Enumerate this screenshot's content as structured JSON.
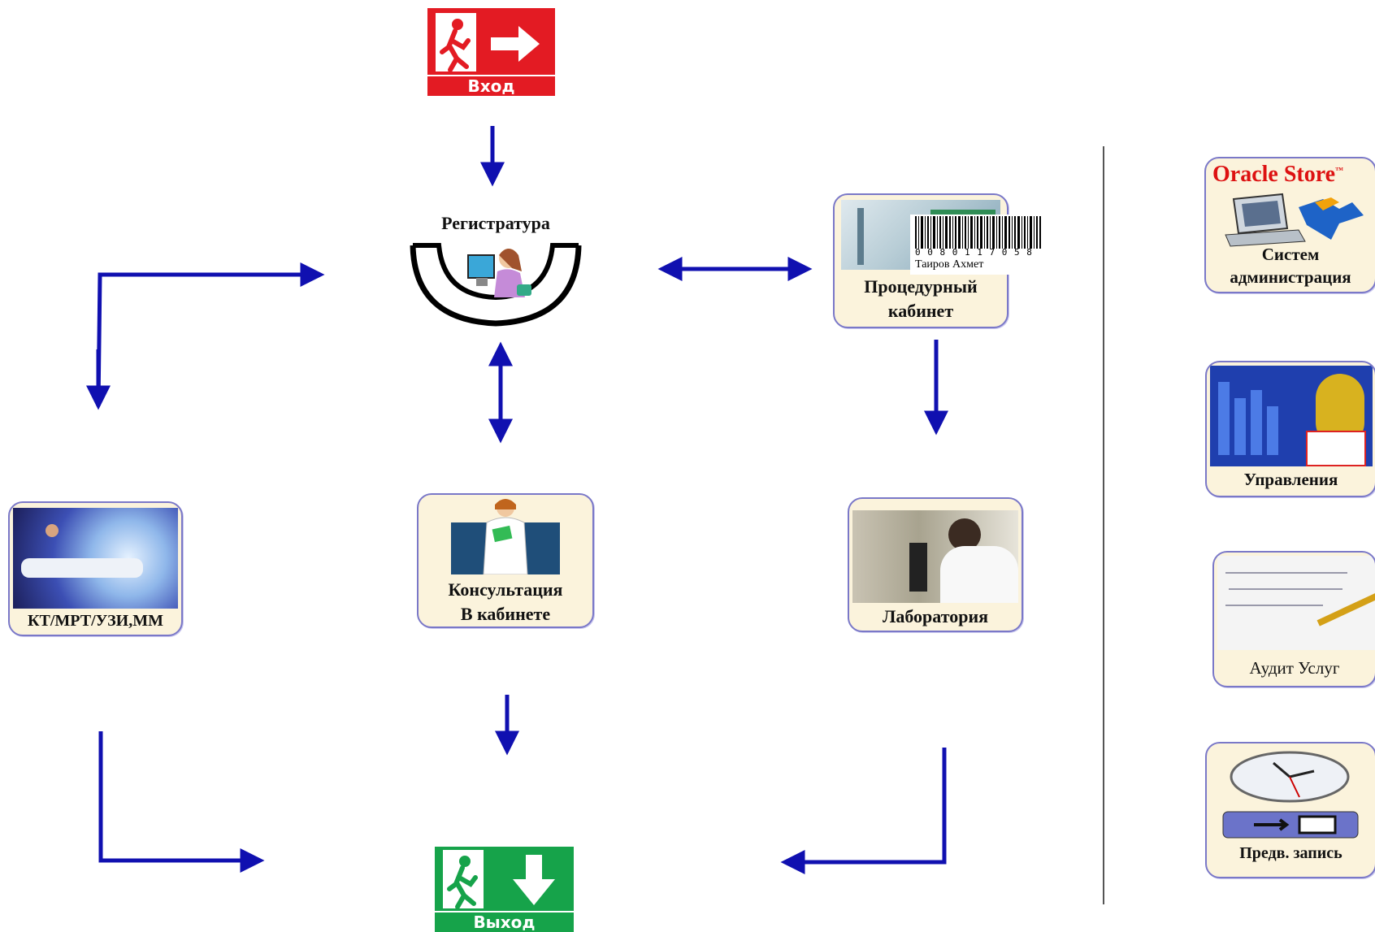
{
  "colors": {
    "arrow": "#1010b0",
    "entrance": "#e31b23",
    "exit": "#16a34a",
    "tile_border": "#7a78c8",
    "tile_bg": "#fbf3dc"
  },
  "entrance": {
    "label": "Вход",
    "icon": "exit-person-arrow-right-icon"
  },
  "exit": {
    "label": "Выход",
    "icon": "exit-person-arrow-down-icon"
  },
  "registratura": {
    "label": "Регистратура",
    "icon": "receptionist-desk-icon"
  },
  "procedure": {
    "label_line1": "Процедурный",
    "label_line2": "кабинет",
    "barcode_digits": "0 0 8 0 1 1 7 0 5 8",
    "patient_name": "Таиров Ахмет"
  },
  "consultation": {
    "label_line1": "Консультация",
    "label_line2": "В кабинете"
  },
  "laboratory": {
    "label": "Лаборатория"
  },
  "imaging": {
    "label": "КТ/МРТ/УЗИ,ММ"
  },
  "sidebar": {
    "admin": {
      "brand": "Oracle Store",
      "tm": "™",
      "label_line1": "Систем",
      "label_line2": "администрация"
    },
    "management": {
      "label": "Управления"
    },
    "audit": {
      "label": "Аудит Услуг"
    },
    "booking": {
      "label": "Предв. запись"
    }
  }
}
